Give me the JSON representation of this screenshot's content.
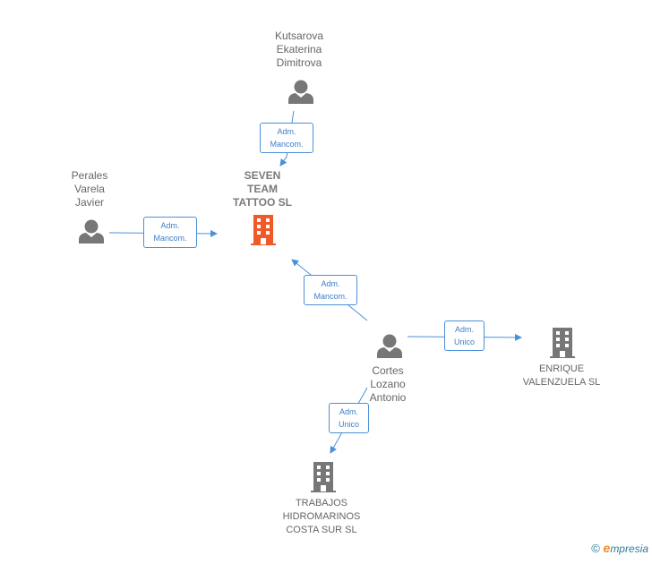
{
  "nodes": {
    "kutsarova": {
      "name": "Kutsarova\nEkaterina\nDimitrova",
      "kind": "person"
    },
    "perales": {
      "name": "Perales\nVarela\nJavier",
      "kind": "person"
    },
    "seven_team": {
      "name": "SEVEN\nTEAM\nTATTOO  SL",
      "kind": "company",
      "highlight": true
    },
    "cortes": {
      "name": "Cortes\nLozano\nAntonio",
      "kind": "person"
    },
    "enrique": {
      "name": "ENRIQUE\nVALENZUELA SL",
      "kind": "company"
    },
    "trabajos": {
      "name": "TRABAJOS\nHIDROMARINOS\nCOSTA SUR  SL",
      "kind": "company"
    }
  },
  "edges": {
    "kutsarova_to_seven": "Adm.\nMancom.",
    "perales_to_seven": "Adm.\nMancom.",
    "cortes_to_seven": "Adm.\nMancom.",
    "cortes_to_enrique": "Adm.\nUnico",
    "cortes_to_trabajos": "Adm.\nUnico"
  },
  "colors": {
    "person_icon": "#777777",
    "company_icon": "#777777",
    "company_highlight": "#f05a28",
    "edge_line": "#4a90d9",
    "edge_text": "#3f7fc7"
  },
  "footer": {
    "copyright": "©",
    "brand_initial": "e",
    "brand_rest": "mpresia"
  }
}
